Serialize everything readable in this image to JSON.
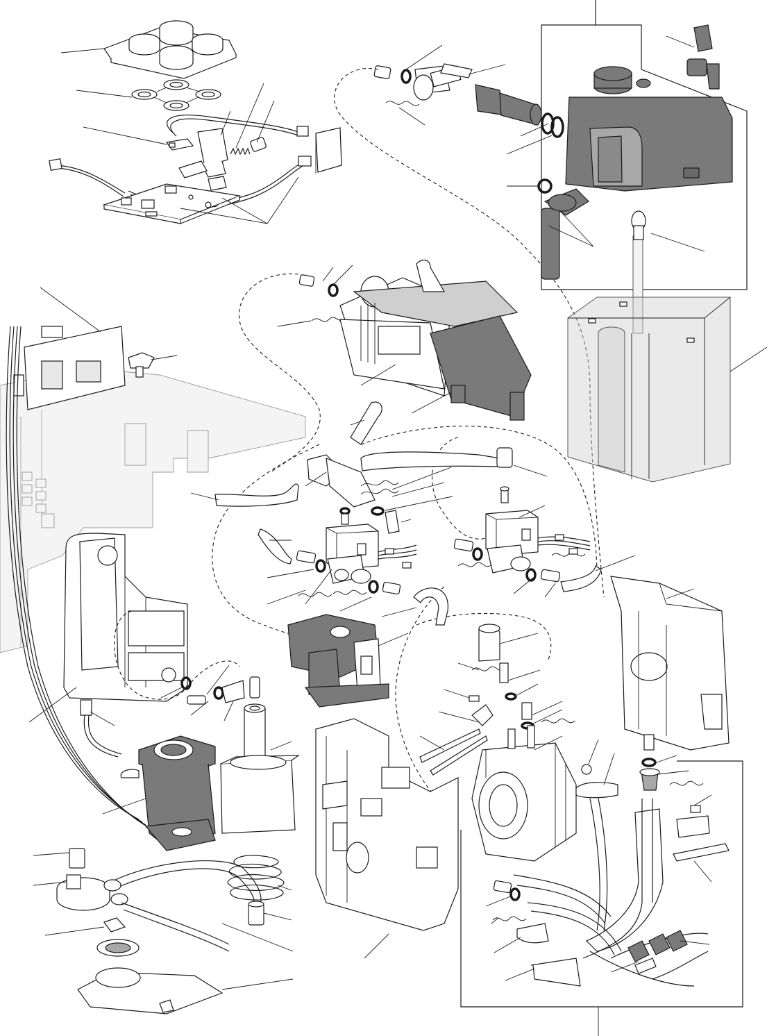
{
  "diagram": {
    "parts": [
      {
        "id": "control-panel-buttons",
        "icon": "keypad-cap-icon"
      },
      {
        "id": "button-gasket",
        "icon": "gasket-icon"
      },
      {
        "id": "switch-module",
        "icon": "switch-icon"
      },
      {
        "id": "spring",
        "icon": "spring-icon"
      },
      {
        "id": "upper-pcb",
        "icon": "circuit-board-icon"
      },
      {
        "id": "steam-valve-group",
        "icon": "valve-icon"
      },
      {
        "id": "water-tank-module",
        "icon": "tank-icon"
      },
      {
        "id": "water-reservoir",
        "icon": "reservoir-icon"
      },
      {
        "id": "grinder-motor",
        "icon": "motor-icon"
      },
      {
        "id": "solenoid-valve-left",
        "icon": "solenoid-icon"
      },
      {
        "id": "solenoid-valve-right",
        "icon": "solenoid-icon"
      },
      {
        "id": "drip-tray-housing",
        "icon": "housing-icon"
      },
      {
        "id": "pump",
        "icon": "pump-icon"
      },
      {
        "id": "flow-meter",
        "icon": "flowmeter-icon"
      },
      {
        "id": "main-frame",
        "icon": "frame-icon"
      },
      {
        "id": "thermoblock",
        "icon": "heater-icon"
      },
      {
        "id": "power-board",
        "icon": "pcb-icon"
      },
      {
        "id": "support-bracket",
        "icon": "bracket-icon"
      }
    ]
  }
}
